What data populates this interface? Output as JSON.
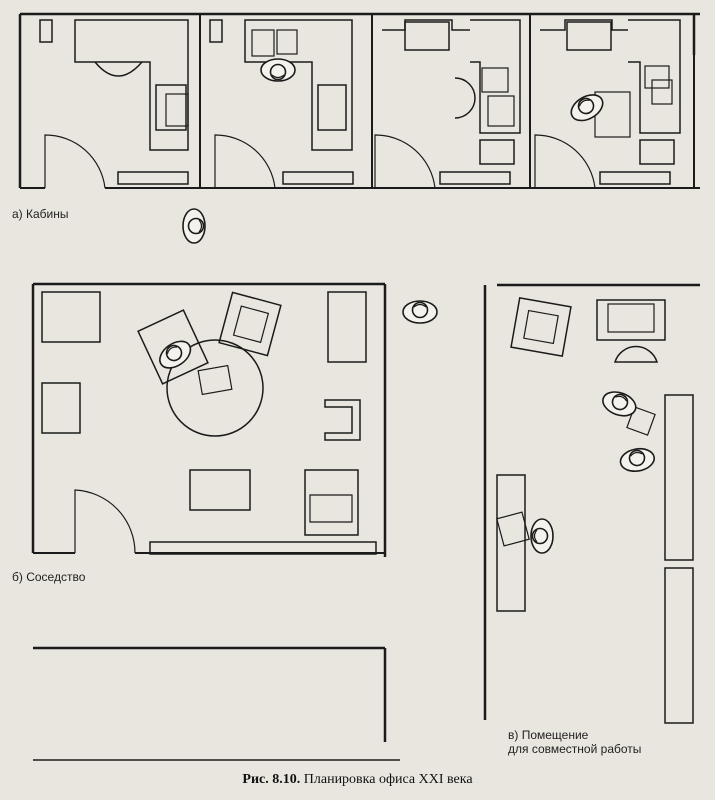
{
  "labels": {
    "cabins": "а) Кабины",
    "neighborhood": "б) Соседство",
    "collab_line1": "в) Помещение",
    "collab_line2": "для совместной работы"
  },
  "caption": {
    "number": "Рис. 8.10.",
    "title": "Планировка офиса XXI века"
  },
  "colors": {
    "background": "#e9e6df",
    "line": "#1b1b1b",
    "text": "#222222"
  }
}
